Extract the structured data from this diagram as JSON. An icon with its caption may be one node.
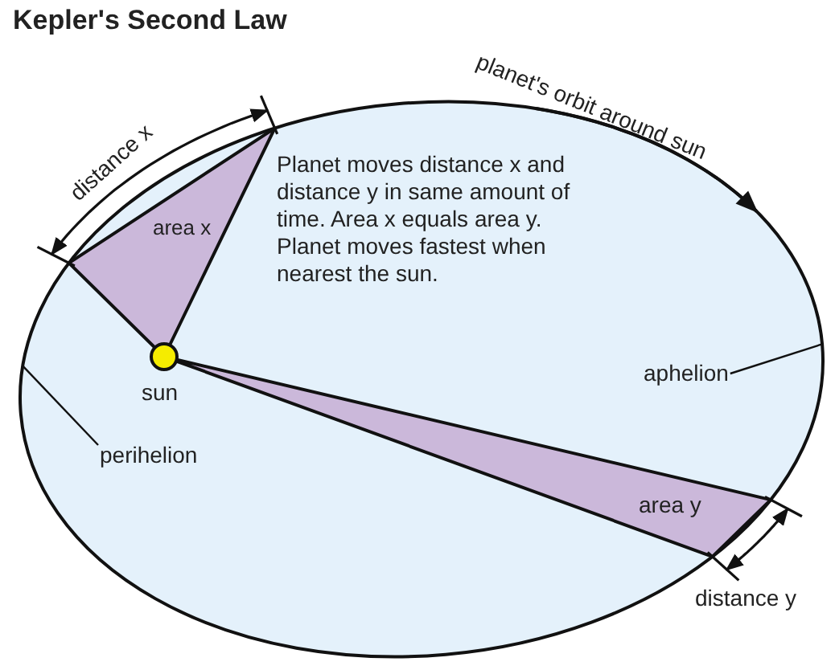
{
  "diagram": {
    "title": "Kepler's Second Law",
    "nodes": [
      {
        "text": [
          "aphelion"
        ]
      },
      {
        "text": [
          "perihelion"
        ]
      }
    ],
    "edges": [
      {
        "from": 0,
        "to": null,
        "arrow": "none"
      },
      {
        "from": 1,
        "to": null,
        "arrow": "none"
      }
    ],
    "labels": [
      "planet's orbit around sun",
      "distance x",
      "Planet moves distance x and distance y in same amount of time. Area x equals area y. Planet moves fastest when nearest the sun.",
      "area x",
      "sun",
      "area y",
      "distance y"
    ]
  }
}
